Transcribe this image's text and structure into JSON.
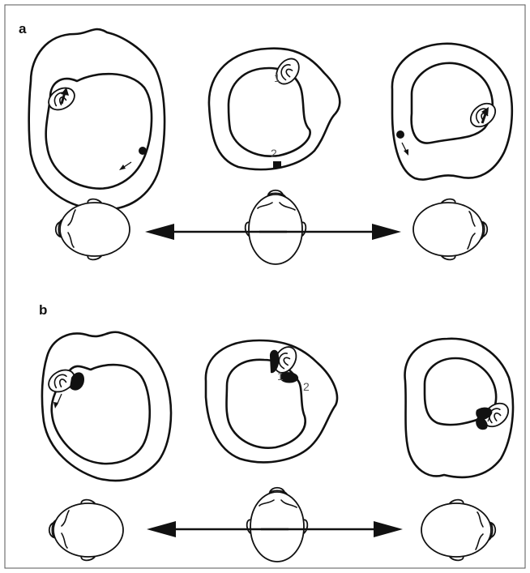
{
  "panels": [
    {
      "id": "a",
      "label": "a",
      "canal_labels": [
        "1",
        "2"
      ]
    },
    {
      "id": "b",
      "label": "b",
      "canal_labels": [
        "1",
        "2"
      ]
    }
  ],
  "colors": {
    "frame": "#555555",
    "line": "#111111",
    "otoconia": "#111111",
    "label_grey": "#555555",
    "background": "#ffffff"
  },
  "icons": {
    "head_left": "head-top-view-turned-left-icon",
    "head_center": "head-top-view-facing-up-icon",
    "head_right": "head-top-view-turned-right-icon",
    "arrow_left": "arrow-left-icon",
    "arrow_right": "arrow-right-icon"
  }
}
